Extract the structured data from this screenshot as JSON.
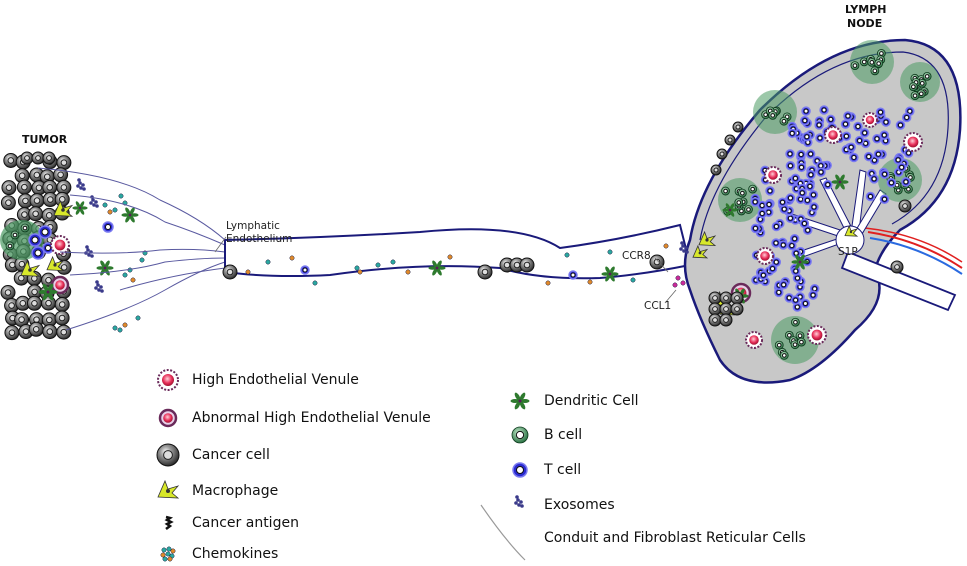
{
  "titles": {
    "tumor": "TUMOR",
    "lymph_node_line1": "LYMPH",
    "lymph_node_line2": "NODE"
  },
  "annotations": {
    "lymphatic_line1": "Lymphatic",
    "lymphatic_line2": "Endothelium",
    "ccr8": "CCR8",
    "ccl1": "CCL1",
    "s1p": "S1P"
  },
  "legend": {
    "left": [
      {
        "icon": "high-endothelial-venule-icon",
        "label": "High Endothelial  Venule"
      },
      {
        "icon": "abnormal-high-endothelial-venule-icon",
        "label": "Abnormal High Endothelial  Venule"
      },
      {
        "icon": "cancer-cell-icon",
        "label": "Cancer cell"
      },
      {
        "icon": "macrophage-icon",
        "label": "Macrophage"
      },
      {
        "icon": "cancer-antigen-icon",
        "label": "Cancer antigen"
      },
      {
        "icon": "chemokines-icon",
        "label": "Chemokines"
      }
    ],
    "right": [
      {
        "icon": "dendritic-cell-icon",
        "label": "Dendritic Cell"
      },
      {
        "icon": "b-cell-icon",
        "label": "B cell"
      },
      {
        "icon": "t-cell-icon",
        "label": "T cell"
      },
      {
        "icon": "exosomes-icon",
        "label": "Exosomes"
      },
      {
        "icon": "conduit-line-icon",
        "label": "Conduit and Fibroblast Reticular Cells"
      }
    ]
  },
  "colors": {
    "vessel_outline": "#1a1a7a",
    "node_fill": "#c8c8c8",
    "t_cell": "#2a2ad0",
    "b_cell": "#2e7d4a",
    "cancer_cell": "#3a3a3a",
    "macrophage": "#d8e82a",
    "hev": "#e23a5a",
    "chemokine_teal": "#2aa8a0",
    "chemokine_orange": "#e08a2a",
    "exosome": "#3a3a8a",
    "artery": "#e02020",
    "vein": "#2a6ae0"
  }
}
